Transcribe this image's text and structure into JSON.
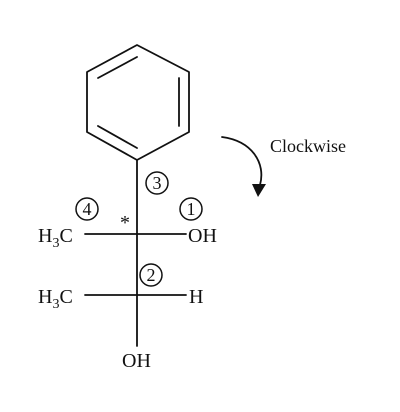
{
  "diagram": {
    "direction_label": "Clockwise",
    "stereocenter_mark": "*",
    "upper_carbon": {
      "left_group": {
        "prefix": "H",
        "subscript": "3",
        "suffix": "C"
      },
      "right_group": "OH",
      "priorities": {
        "methyl": "4",
        "hydroxyl": "1",
        "phenyl": "3",
        "lower_carbon": "2"
      }
    },
    "lower_carbon": {
      "left_group": {
        "prefix": "H",
        "subscript": "3",
        "suffix": "C"
      },
      "right_group": "H",
      "bottom_group": "OH"
    }
  }
}
